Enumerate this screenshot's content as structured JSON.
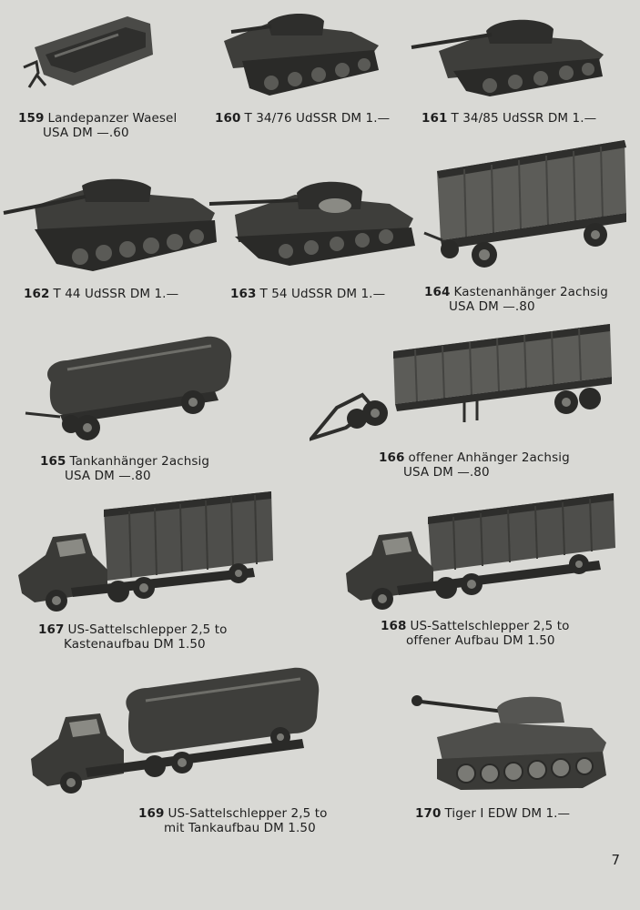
{
  "page_number": "7",
  "items": [
    {
      "num": "159",
      "line1": "Landepanzer Waesel",
      "line2": "USA DM —.60"
    },
    {
      "num": "160",
      "line1": "T 34/76 UdSSR DM 1.—",
      "line2": ""
    },
    {
      "num": "161",
      "line1": "T 34/85 UdSSR DM 1.—",
      "line2": ""
    },
    {
      "num": "162",
      "line1": "T 44 UdSSR DM 1.—",
      "line2": ""
    },
    {
      "num": "163",
      "line1": "T 54 UdSSR DM 1.—",
      "line2": ""
    },
    {
      "num": "164",
      "line1": "Kastenanhänger 2achsig",
      "line2": "USA DM —.80"
    },
    {
      "num": "165",
      "line1": "Tankanhänger 2achsig",
      "line2": "USA DM —.80"
    },
    {
      "num": "166",
      "line1": "offener Anhänger 2achsig",
      "line2": "USA DM —.80"
    },
    {
      "num": "167",
      "line1": "US-Sattelschlepper 2,5 to",
      "line2": "Kastenaufbau DM 1.50"
    },
    {
      "num": "168",
      "line1": "US-Sattelschlepper 2,5 to",
      "line2": "offener Aufbau DM 1.50"
    },
    {
      "num": "169",
      "line1": "US-Sattelschlepper 2,5 to",
      "line2": "mit Tankaufbau DM 1.50"
    },
    {
      "num": "170",
      "line1": "Tiger I EDW DM 1.—",
      "line2": ""
    }
  ]
}
